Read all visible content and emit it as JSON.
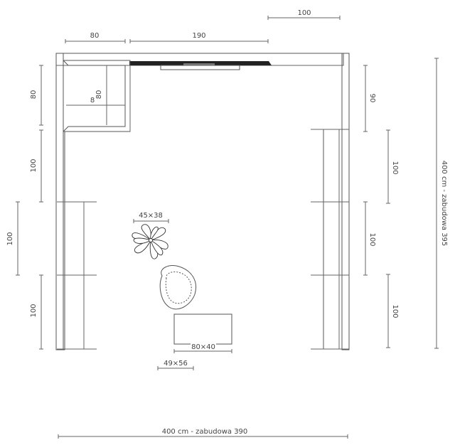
{
  "dimensions": {
    "top_offset": "100",
    "top_left_width": "80",
    "top_middle_width": "190",
    "left_upper_depth": "80",
    "corner_cabinet_width": "8",
    "corner_cabinet_depth": "80",
    "left_middle": "100",
    "left_outer": "100",
    "left_lower": "100",
    "right_upper": "90",
    "right_outer_upper": "100",
    "right_middle": "100",
    "right_outer_lower": "100",
    "right_total": "400 cm - zabudowa 395",
    "bottom_total": "400 cm - zabudowa 390",
    "plant_size": "45×38",
    "table_size": "80×40",
    "chair_size": "49×56"
  }
}
